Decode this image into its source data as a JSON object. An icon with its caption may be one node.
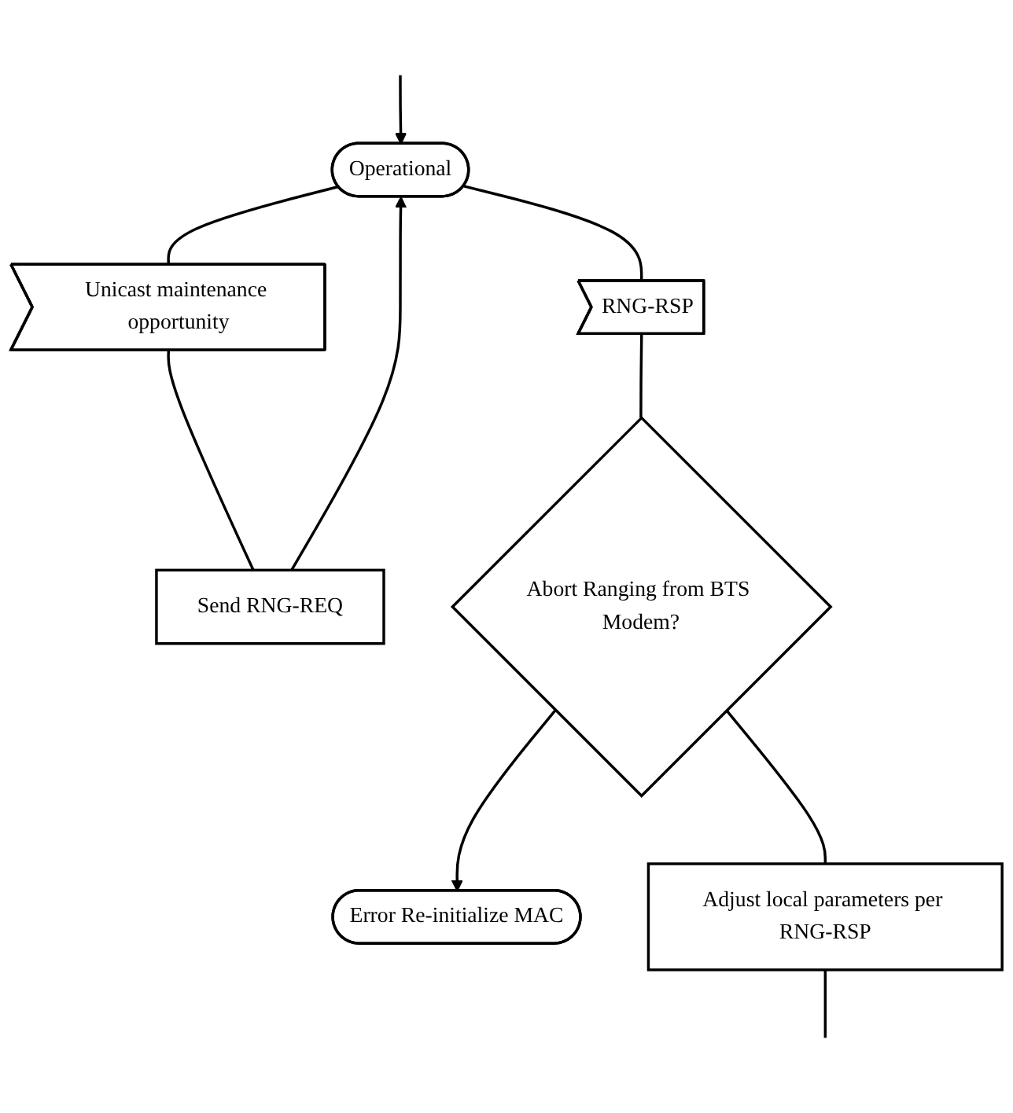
{
  "diagram": {
    "nodes": [
      {
        "text": [
          "Operational"
        ]
      },
      {
        "text": [
          "Unicast maintenance opportunity"
        ]
      },
      {
        "text": [
          "RNG-RSP"
        ]
      },
      {
        "text": [
          "Send RNG-REQ"
        ]
      },
      {
        "text": [
          "Abort Ranging from BTS Modem?"
        ]
      },
      {
        "text": [
          "Error Re-initialize MAC"
        ]
      },
      {
        "text": [
          "Adjust local parameters per RNG-RSP"
        ]
      }
    ],
    "edges": [
      {
        "from": 0,
        "to": 1,
        "arrow": "none"
      },
      {
        "from": 0,
        "to": 2,
        "arrow": "none"
      },
      {
        "from": 1,
        "to": 3,
        "arrow": "none"
      },
      {
        "from": 3,
        "to": 0,
        "arrow": "to"
      },
      {
        "from": 2,
        "to": 4,
        "arrow": "none"
      },
      {
        "from": 4,
        "to": 5,
        "arrow": "to"
      },
      {
        "from": 4,
        "to": 6,
        "arrow": "none"
      },
      {
        "from": 6,
        "to": null,
        "arrow": "none"
      },
      {
        "from": null,
        "to": 0,
        "arrow": "to"
      }
    ]
  }
}
